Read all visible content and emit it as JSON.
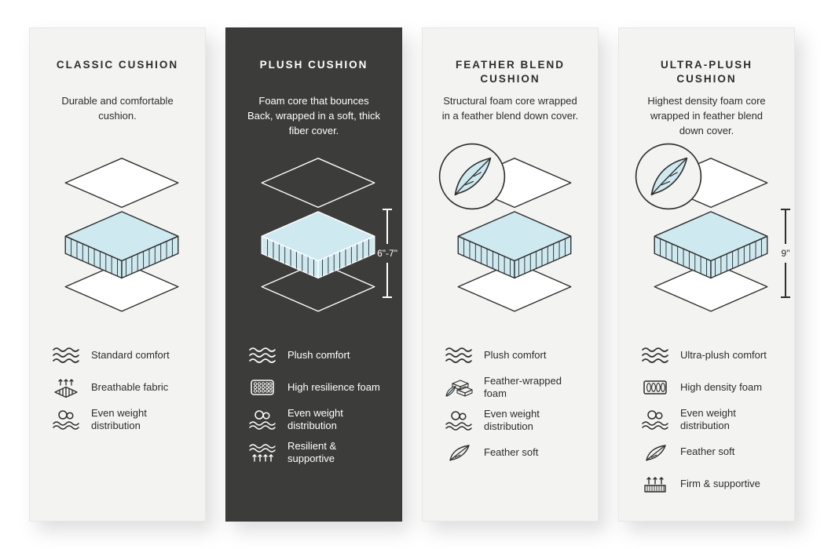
{
  "colors": {
    "card_light_bg": "#f3f3f1",
    "card_dark_bg": "#3c3c3a",
    "text_dark": "#2d2d2c",
    "text_light": "#ffffff",
    "foam_blue": "#cfe9f0"
  },
  "cards": [
    {
      "id": "classic",
      "theme": "light",
      "title": "CLASSIC CUSHION",
      "description": "Durable and comfortable cushion.",
      "feather_badge": false,
      "features": [
        {
          "icon": "wave-icon",
          "label": "Standard comfort"
        },
        {
          "icon": "breathable-icon",
          "label": "Breathable fabric"
        },
        {
          "icon": "weight-icon",
          "label": "Even weight distribution"
        }
      ]
    },
    {
      "id": "plush",
      "theme": "dark",
      "title": "PLUSH CUSHION",
      "description": "Foam core that bounces Back, wrapped in a soft, thick fiber cover.",
      "feather_badge": false,
      "measurement": "6\"-7\"",
      "features": [
        {
          "icon": "wave-icon",
          "label": "Plush comfort"
        },
        {
          "icon": "foam-icon",
          "label": "High resilience foam"
        },
        {
          "icon": "weight-icon",
          "label": "Even weight distribution"
        },
        {
          "icon": "resilient-icon",
          "label": "Resilient & supportive"
        }
      ]
    },
    {
      "id": "feather-blend",
      "theme": "light",
      "title": "FEATHER BLEND CUSHION",
      "description": "Structural foam core wrapped in a feather blend down cover.",
      "feather_badge": true,
      "features": [
        {
          "icon": "wave-icon",
          "label": "Plush comfort"
        },
        {
          "icon": "feather-foam-icon",
          "label": "Feather-wrapped foam"
        },
        {
          "icon": "weight-icon",
          "label": "Even weight distribution"
        },
        {
          "icon": "feather-icon",
          "label": "Feather soft"
        }
      ]
    },
    {
      "id": "ultra-plush",
      "theme": "light",
      "title": "ULTRA-PLUSH CUSHION",
      "description": "Highest density foam core wrapped in feather blend down cover.",
      "feather_badge": true,
      "measurement": "9\"",
      "features": [
        {
          "icon": "wave-icon",
          "label": "Ultra-plush comfort"
        },
        {
          "icon": "density-icon",
          "label": "High density foam"
        },
        {
          "icon": "weight-icon",
          "label": "Even weight distribution"
        },
        {
          "icon": "feather-icon",
          "label": "Feather soft"
        },
        {
          "icon": "firm-icon",
          "label": "Firm & supportive"
        }
      ]
    }
  ]
}
